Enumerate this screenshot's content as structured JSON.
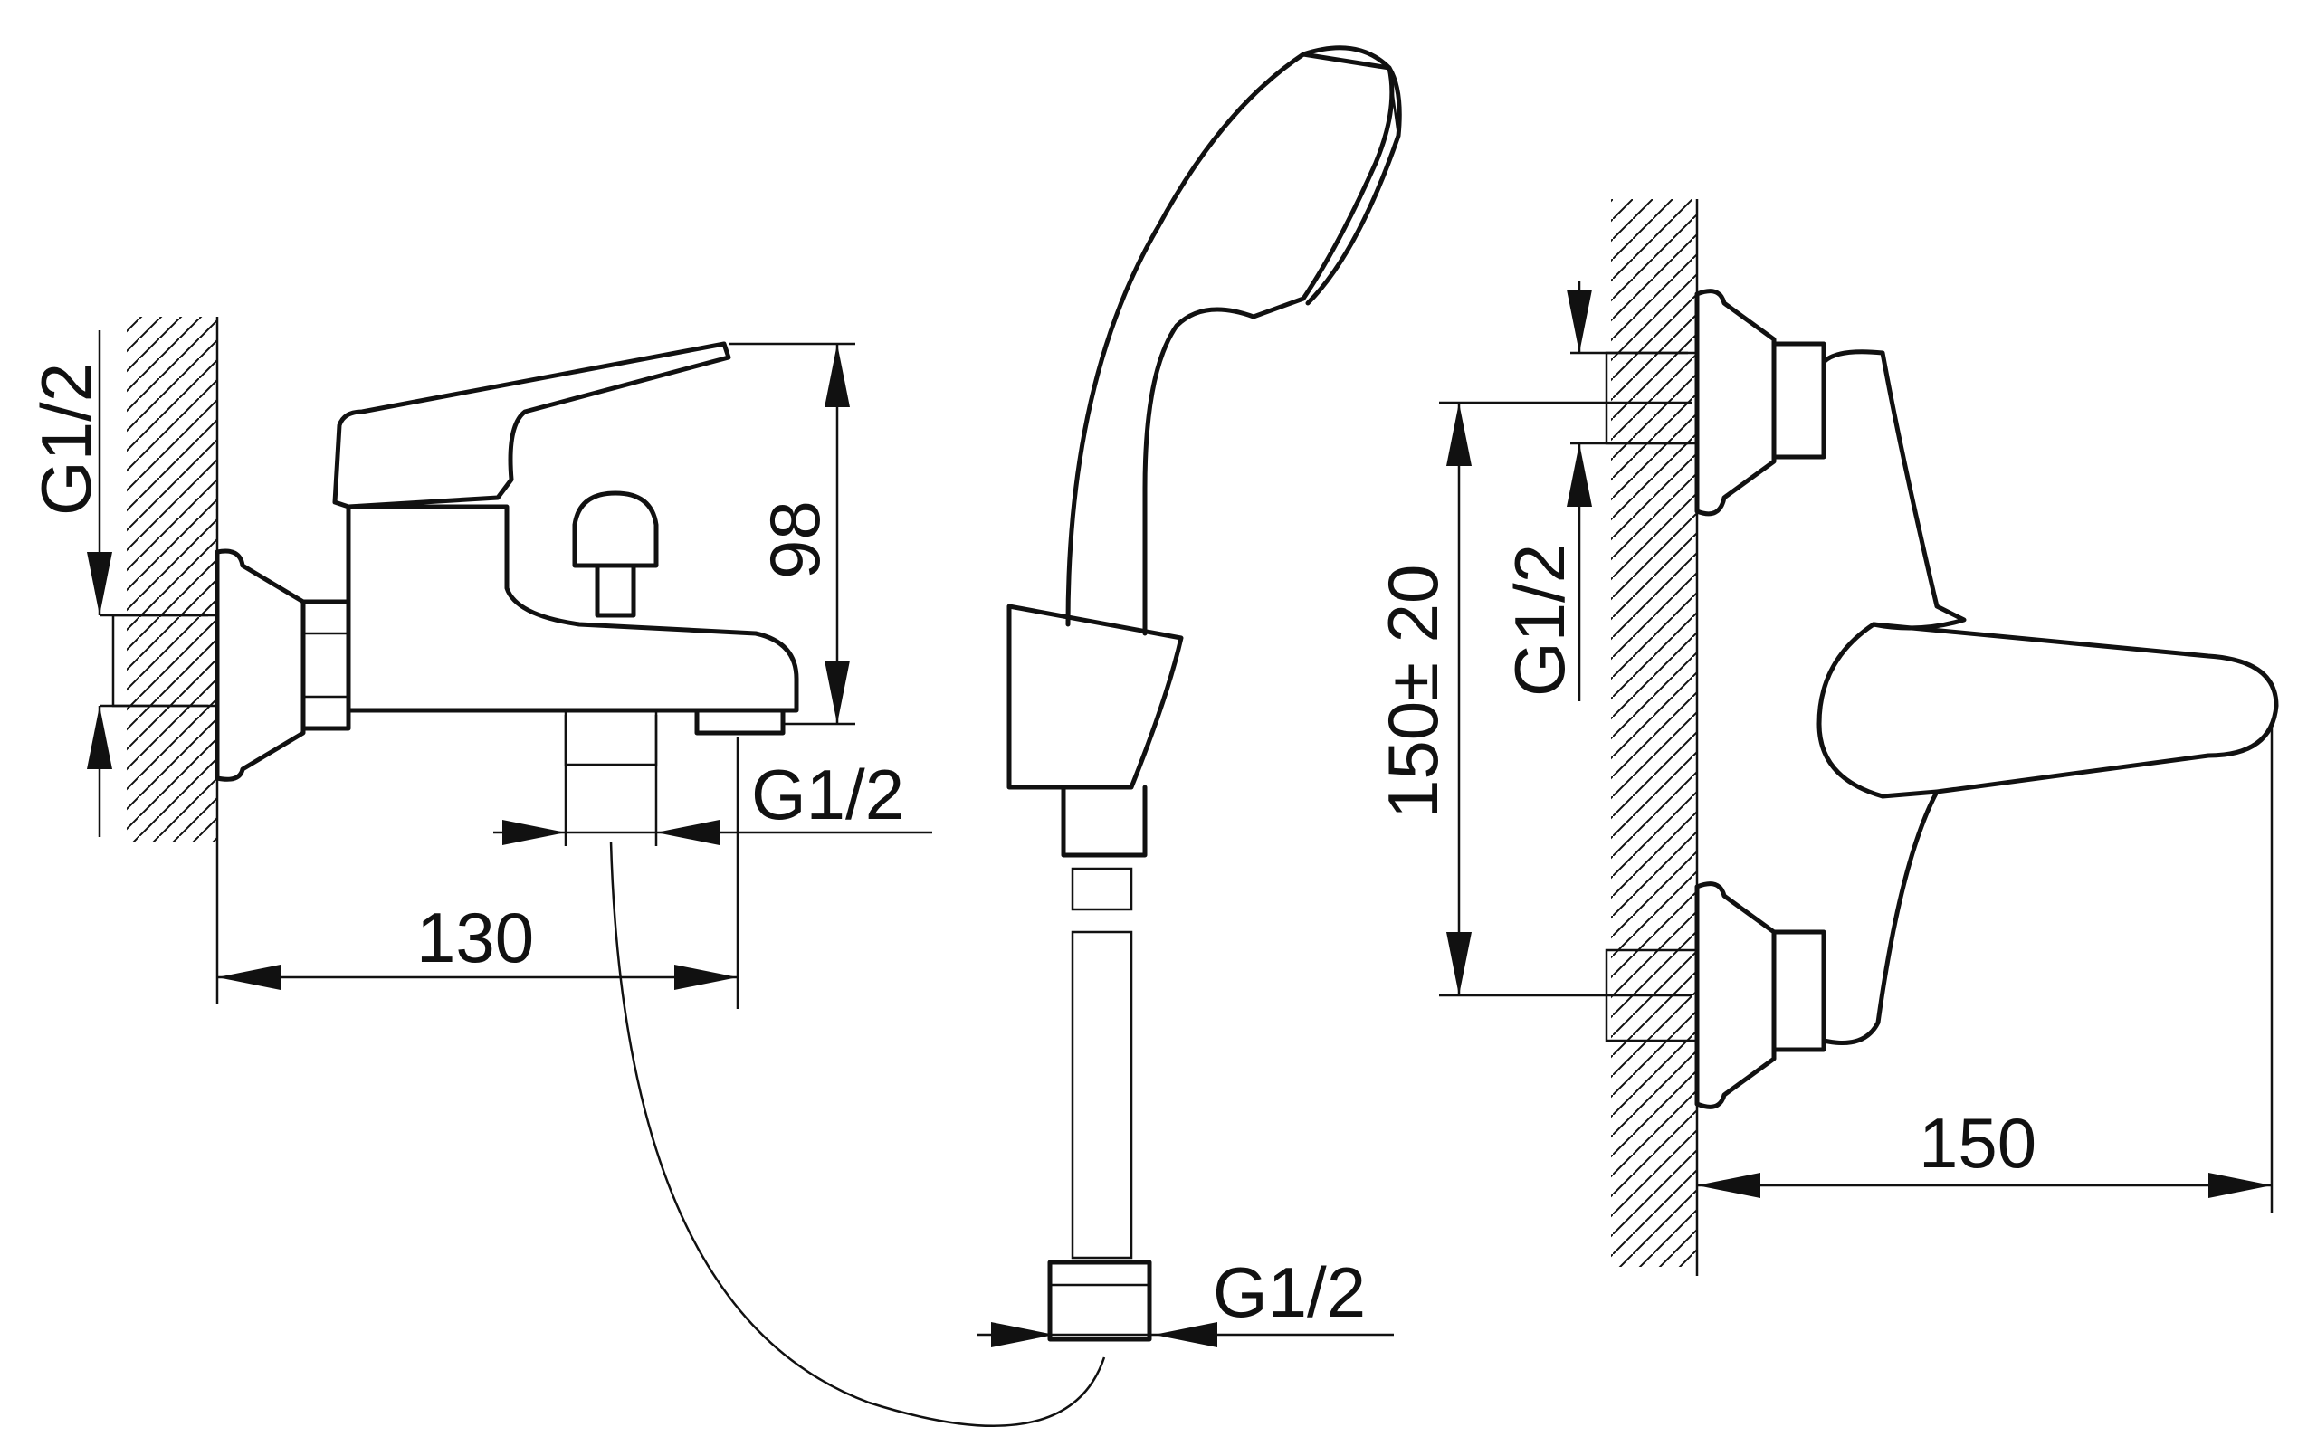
{
  "dimensions": {
    "left_thread": "G1/2",
    "outlet_thread": "G1/2",
    "width_130": "130",
    "height_98": "98",
    "hose_thread": "G1/2",
    "spacing": "150± 20",
    "right_thread": "G1/2",
    "projection_150": "150"
  }
}
